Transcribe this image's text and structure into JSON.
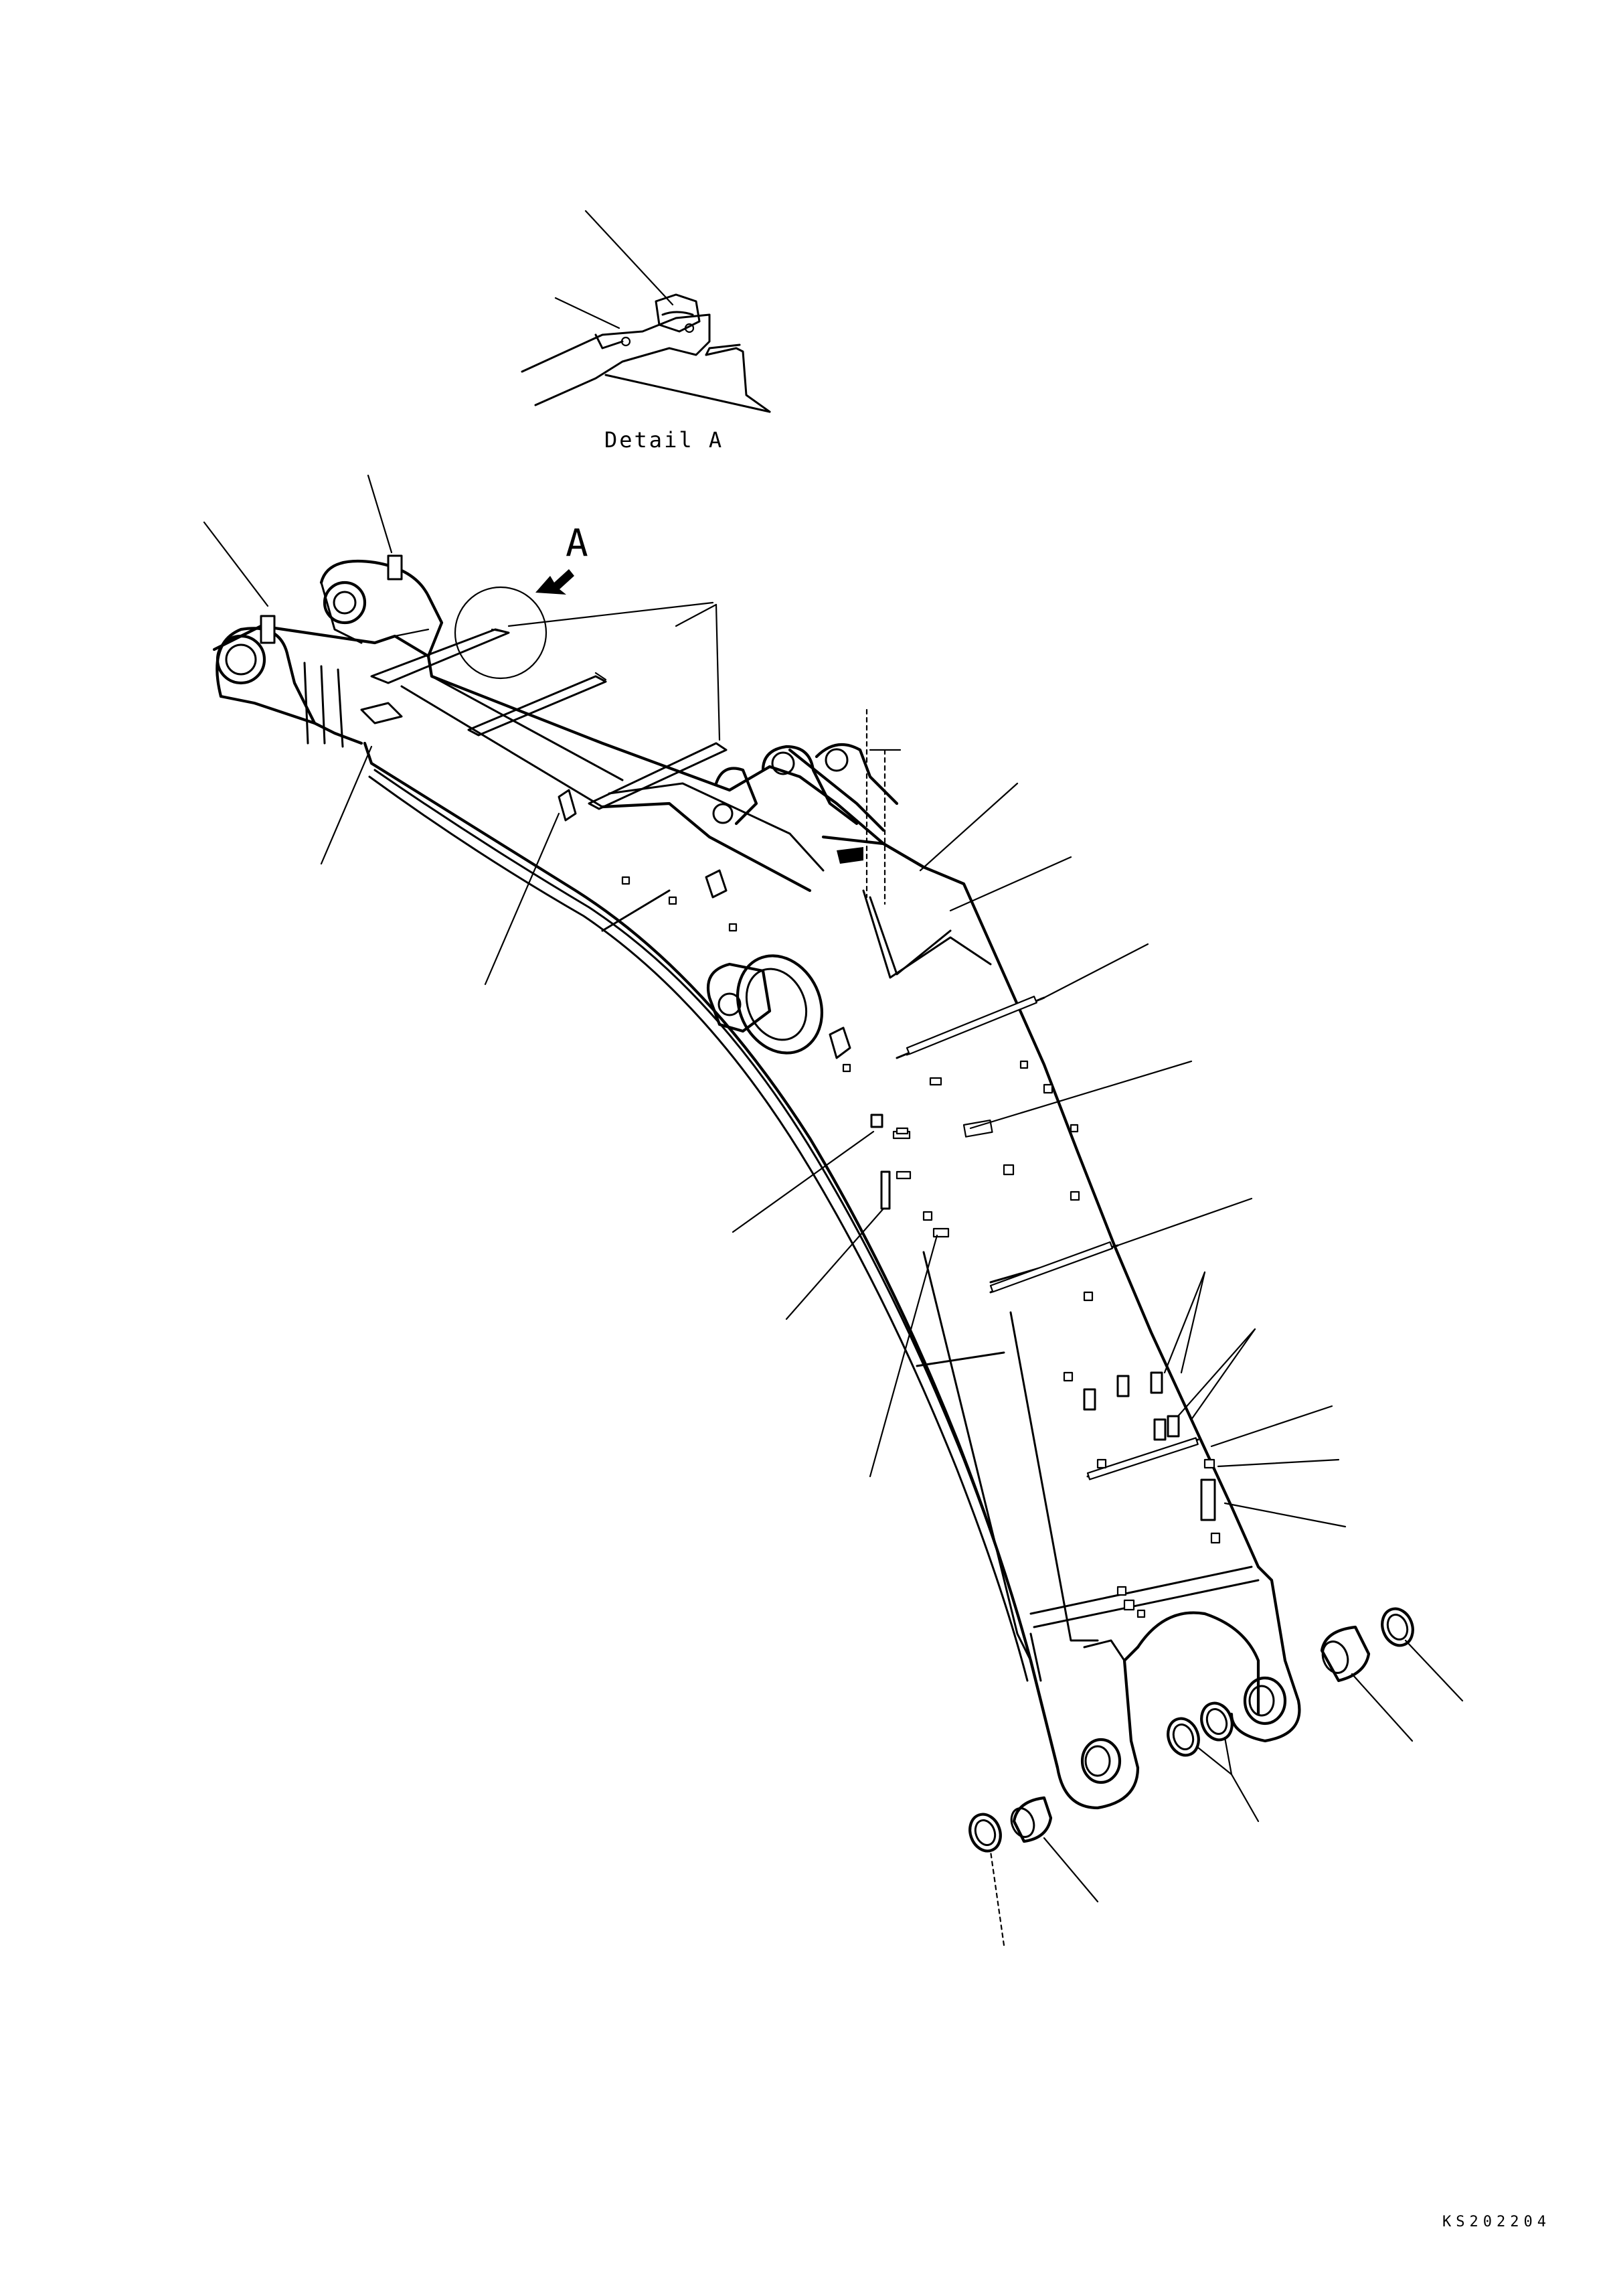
{
  "detail_view": {
    "caption": "Detail A"
  },
  "view_marker": {
    "letter": "A"
  },
  "drawing_code": "KS202204"
}
